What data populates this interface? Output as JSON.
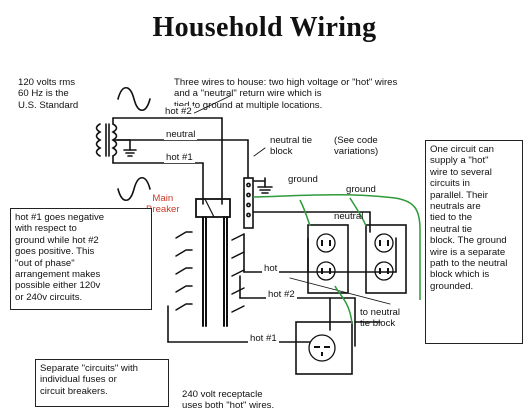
{
  "title": "Household Wiring",
  "labels": {
    "voltage_note": "120 volts rms\n60 Hz is the\nU.S. Standard",
    "three_wires": "Three wires to house: two high voltage or \"hot\" wires\nand a \"neutral\" return wire which is\ntied to ground at multiple locations.",
    "hot2_top": "hot #2",
    "neutral_top": "neutral",
    "hot1_top": "hot #1",
    "neutral_tie": "neutral tie\nblock",
    "code_note": "(See code\nvariations)",
    "ground1": "ground",
    "ground2": "ground",
    "main_breaker": "Main\nBreaker",
    "neutral_right": "neutral",
    "hot_mid": "hot",
    "hot2_mid": "hot #2",
    "hot1_bottom": "hot #1",
    "to_neutral": "to neutral\ntie block",
    "receptacle_240": "240 volt receptacle\nuses both \"hot\" wires."
  },
  "boxes": {
    "phase_note": "hot #1 goes negative\nwith respect to\nground while hot #2\ngoes positive. This\n\"out of phase\"\narrangement makes\npossible either 120v\nor 240v circuits.",
    "circuit_note": "One circuit can\nsupply a \"hot\"\nwire to several\ncircuits in\nparallel. Their\nneutrals are\ntied to the\nneutral tie\nblock. The ground\nwire is a separate\npath to the neutral\nblock which is\ngrounded.",
    "separate_circuits": "Separate \"circuits\" with\nindividual fuses or\ncircuit breakers."
  },
  "colors": {
    "wire": "#111111",
    "ground_wire": "#2e9a3a",
    "breaker_label": "#c83a2a"
  }
}
